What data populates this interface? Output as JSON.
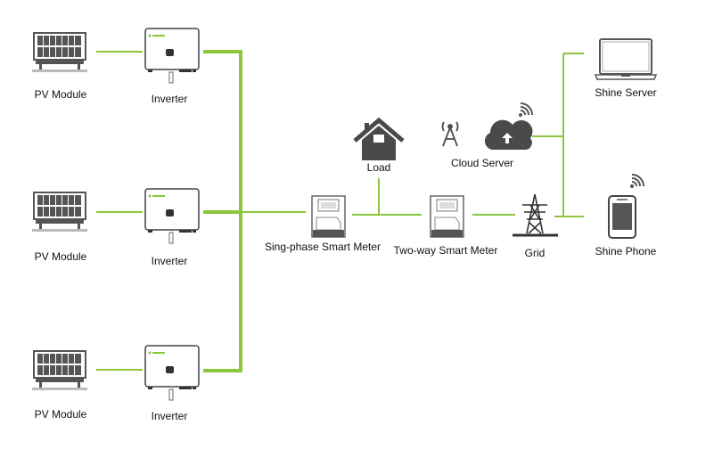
{
  "colors": {
    "link": "#8cc63f",
    "icon": "#4a4a4a"
  },
  "labels": {
    "pv_module": "PV Module",
    "inverter": "Inverter",
    "load": "Load",
    "cloud_server": "Cloud Server",
    "single_meter": "Sing-phase Smart Meter",
    "two_way_meter": "Two-way Smart Meter",
    "grid": "Grid",
    "shine_server": "Shine Server",
    "shine_phone": "Shine Phone"
  }
}
